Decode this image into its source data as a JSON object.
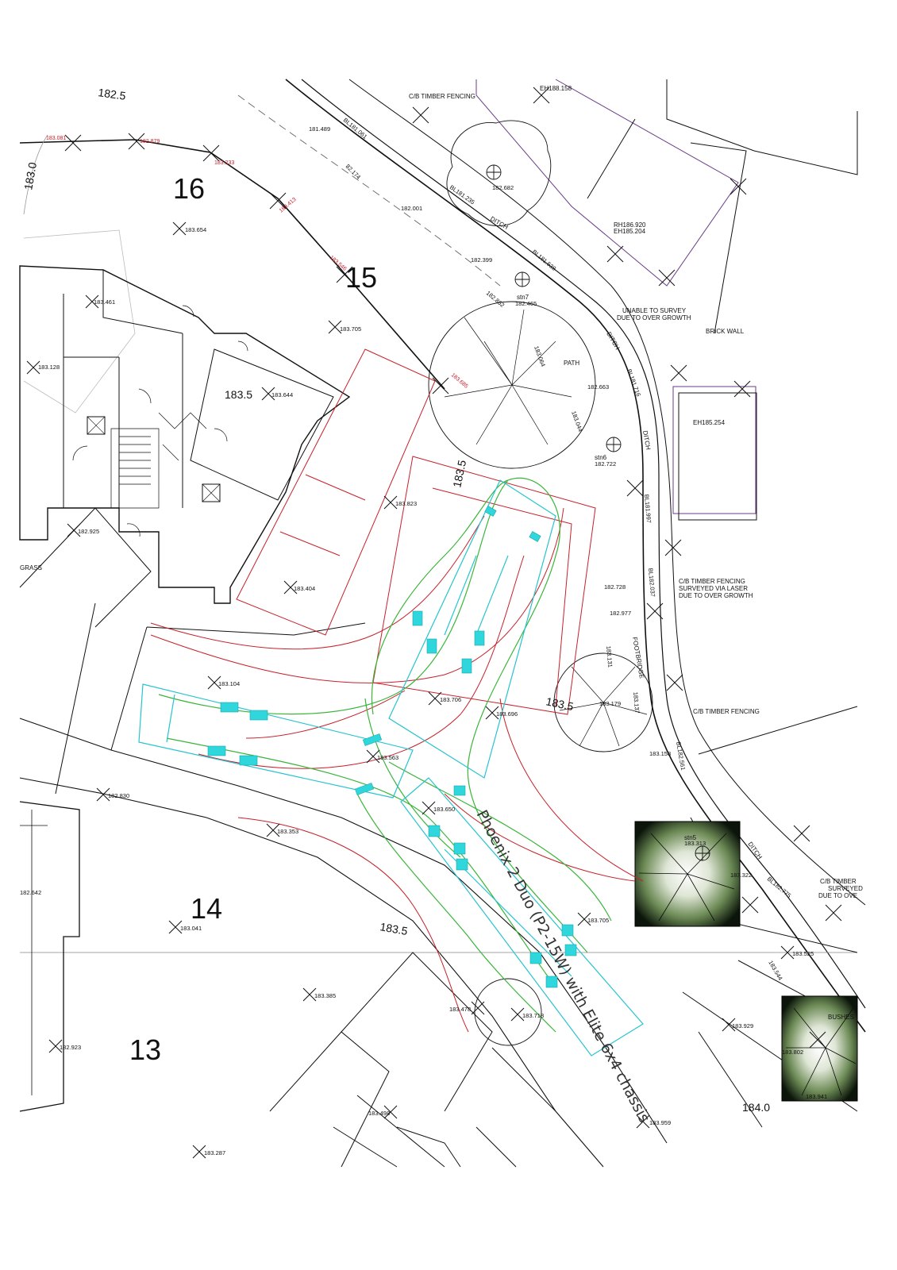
{
  "plot_numbers": {
    "p16": "16",
    "p15": "15",
    "p14": "14",
    "p13": "13"
  },
  "contours": {
    "c1825": "182.5",
    "c1830": "183.0",
    "c1835a": "183.5",
    "c1835b": "183.5",
    "c1835c": "183.5",
    "c1835d": "183.5",
    "c1840": "184.0"
  },
  "notes": {
    "fencing_top": "C/B TIMBER FENCING",
    "unable_1": "UNABLE TO SURVEY",
    "unable_2": "DUE TO OVER GROWTH",
    "brick_wall": "BRICK WALL",
    "laser_1": "C/B TIMBER FENCING",
    "laser_2": "SURVEYED VIA LASER",
    "laser_3": "DUE TO OVER GROWTH",
    "fencing_mid": "C/B TIMBER FENCING",
    "right_1": "C/B TIMBER",
    "right_2": "SURVEYED",
    "right_3": "DUE TO OVE",
    "ditch_1": "DITCH",
    "ditch_2": "DITCH",
    "ditch_3": "DITCH",
    "ditch_4": "DITCH",
    "path": "PATH",
    "footbridge": "FOOTBRIDGE",
    "grass": "GRASS",
    "bushes": "BUSHES",
    "eh_box": "EH185.254",
    "eh_top": "EH188.158",
    "rh_1": "RH186.920",
    "rh_2": "EH185.204",
    "stn7": "stn7",
    "stn6": "stn6",
    "stn5": "stn5"
  },
  "vehicle_label": "Phoenix 2 Duo (P2-15W) with Elite 6x4 chassis",
  "spot_levels": [
    {
      "id": "s1",
      "text": "183.654"
    },
    {
      "id": "s2",
      "text": "183.461"
    },
    {
      "id": "s3",
      "text": "183.705"
    },
    {
      "id": "s4",
      "text": "183.128"
    },
    {
      "id": "s5",
      "text": "183.644"
    },
    {
      "id": "s6",
      "text": "183.823"
    },
    {
      "id": "s7",
      "text": "182.925"
    },
    {
      "id": "s8",
      "text": "183.404"
    },
    {
      "id": "s9",
      "text": "183.104"
    },
    {
      "id": "s10",
      "text": "183.706"
    },
    {
      "id": "s11",
      "text": "183.696"
    },
    {
      "id": "s12",
      "text": "183.563"
    },
    {
      "id": "s13",
      "text": "182.830"
    },
    {
      "id": "s14",
      "text": "183.650"
    },
    {
      "id": "s15",
      "text": "183.353"
    },
    {
      "id": "s16",
      "text": "182.642"
    },
    {
      "id": "s17",
      "text": "183.041"
    },
    {
      "id": "s18",
      "text": "183.705"
    },
    {
      "id": "s19",
      "text": "183.385"
    },
    {
      "id": "s20",
      "text": "183.478"
    },
    {
      "id": "s21",
      "text": "183.718"
    },
    {
      "id": "s22",
      "text": "182.923"
    },
    {
      "id": "s23",
      "text": "183.498"
    },
    {
      "id": "s24",
      "text": "183.287"
    },
    {
      "id": "s25",
      "text": "183.959"
    },
    {
      "id": "s26",
      "text": "183.525"
    },
    {
      "id": "s27",
      "text": "183.929"
    },
    {
      "id": "s28",
      "text": "183.802"
    },
    {
      "id": "s29",
      "text": "182.682"
    },
    {
      "id": "s30",
      "text": "182.001"
    },
    {
      "id": "s31",
      "text": "182.399"
    },
    {
      "id": "s32",
      "text": "182.465"
    },
    {
      "id": "s33",
      "text": "182.663"
    },
    {
      "id": "s34",
      "text": "182.722"
    },
    {
      "id": "s35",
      "text": "182.728"
    },
    {
      "id": "s36",
      "text": "182.977"
    },
    {
      "id": "s37",
      "text": "183.179"
    },
    {
      "id": "s38",
      "text": "183.158"
    },
    {
      "id": "s39",
      "text": "181.489"
    },
    {
      "id": "s40",
      "text": "183.322"
    },
    {
      "id": "s41",
      "text": "183.313"
    },
    {
      "id": "s42",
      "text": "183.941"
    }
  ],
  "red_levels": [
    {
      "id": "r1",
      "text": "183.081"
    },
    {
      "id": "r2",
      "text": "182.879"
    },
    {
      "id": "r3",
      "text": "183.233"
    },
    {
      "id": "r4",
      "text": "183.413"
    },
    {
      "id": "r5",
      "text": "183.546"
    },
    {
      "id": "r6",
      "text": "183.685"
    }
  ],
  "diagonal_levels": [
    {
      "id": "d1",
      "text": "BL181.061"
    },
    {
      "id": "d2",
      "text": "BL181.235"
    },
    {
      "id": "d3",
      "text": "82.174"
    },
    {
      "id": "d4",
      "text": "182.862"
    },
    {
      "id": "d5",
      "text": "183.064"
    },
    {
      "id": "d6",
      "text": "183.044"
    },
    {
      "id": "d7",
      "text": "BL181.997"
    },
    {
      "id": "d8",
      "text": "BL182.037"
    },
    {
      "id": "d9",
      "text": "183.131"
    },
    {
      "id": "d10",
      "text": "183.137"
    },
    {
      "id": "d11",
      "text": "BL182.561"
    },
    {
      "id": "d12",
      "text": "BL182.775"
    },
    {
      "id": "d13",
      "text": "183.544"
    },
    {
      "id": "d14",
      "text": "BL181.716"
    },
    {
      "id": "d15",
      "text": "BL181.538"
    }
  ]
}
